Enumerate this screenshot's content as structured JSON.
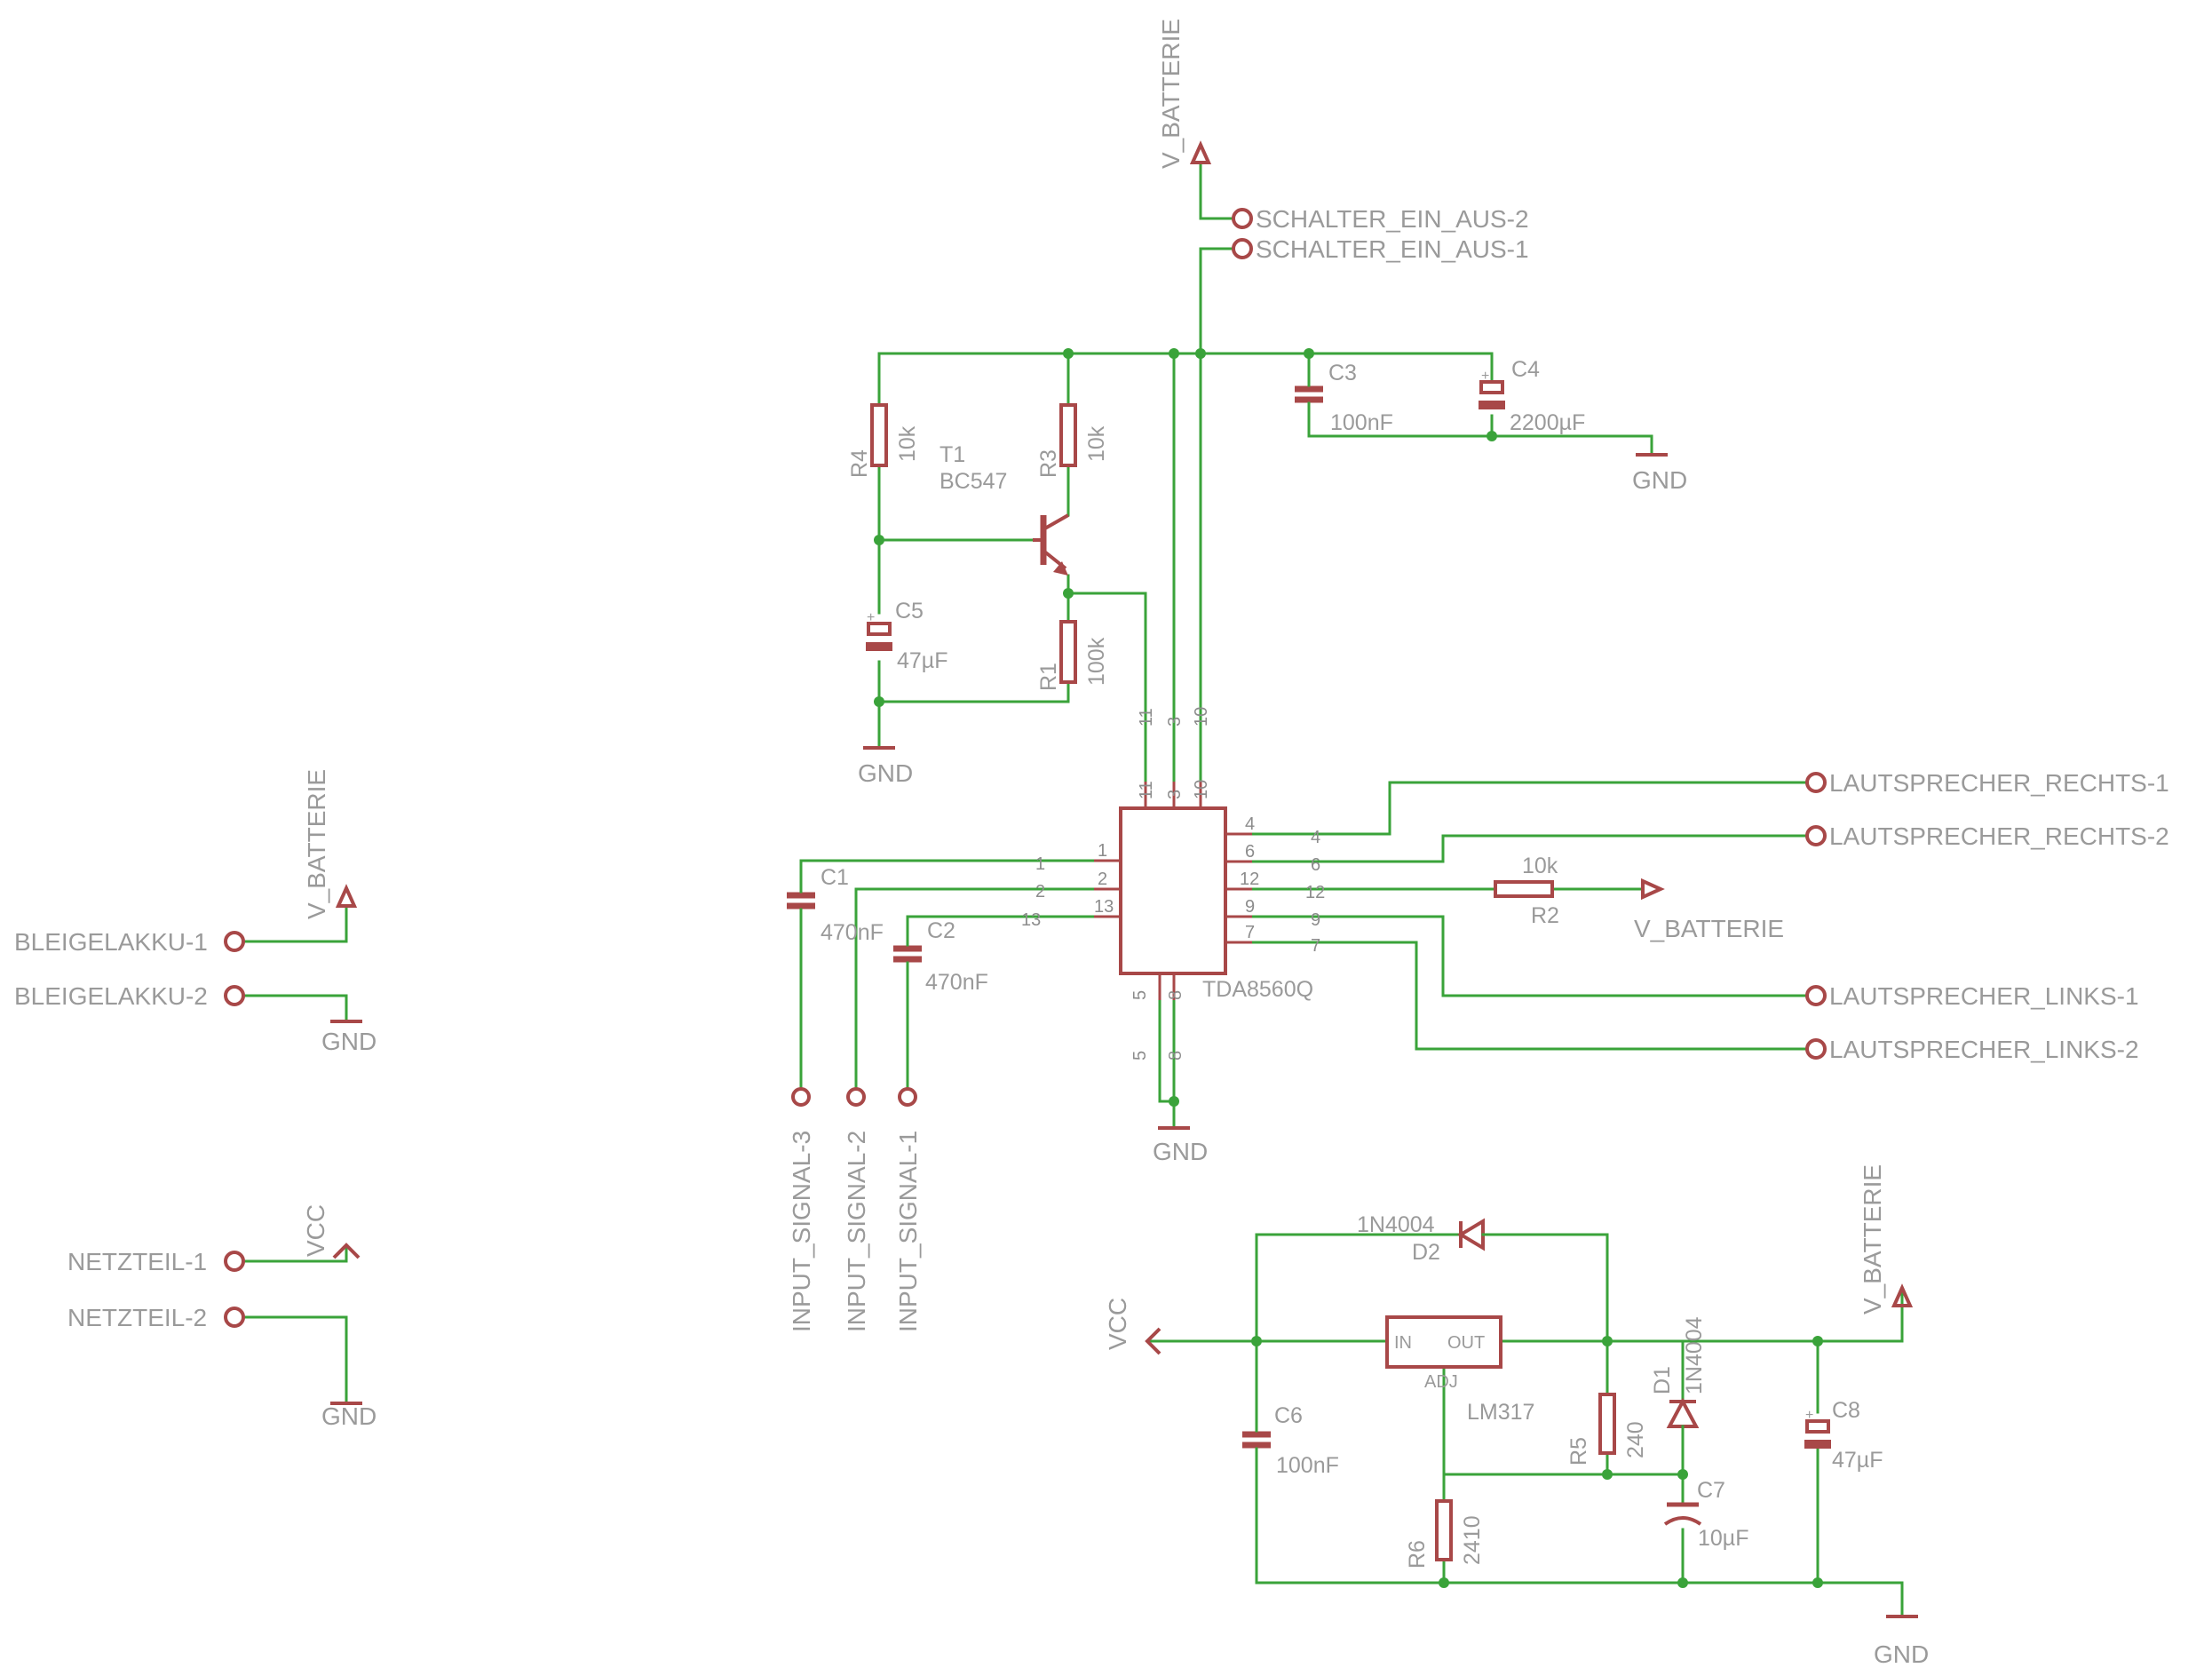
{
  "supply": {
    "v_batterie": "V_BATTERIE",
    "gnd": "GND",
    "vcc": "VCC"
  },
  "switch": {
    "pin2": "SCHALTER_EIN_AUS-2",
    "pin1": "SCHALTER_EIN_AUS-1"
  },
  "components": {
    "r4": {
      "name": "R4",
      "value": "10k"
    },
    "r3": {
      "name": "R3",
      "value": "10k"
    },
    "r1": {
      "name": "R1",
      "value": "100k"
    },
    "r2": {
      "name": "R2",
      "value": "10k"
    },
    "r5": {
      "name": "R5",
      "value": "240"
    },
    "r6": {
      "name": "R6",
      "value": "2410"
    },
    "t1": {
      "name": "T1",
      "value": "BC547"
    },
    "c1": {
      "name": "C1",
      "value": "470nF"
    },
    "c2": {
      "name": "C2",
      "value": "470nF"
    },
    "c3": {
      "name": "C3",
      "value": "100nF"
    },
    "c4": {
      "name": "C4",
      "value": "2200µF"
    },
    "c5": {
      "name": "C5",
      "value": "47µF"
    },
    "c6": {
      "name": "C6",
      "value": "100nF"
    },
    "c7": {
      "name": "C7",
      "value": "10µF"
    },
    "c8": {
      "name": "C8",
      "value": "47µF"
    },
    "d1": {
      "name": "D1",
      "value": "1N4004"
    },
    "d2": {
      "name": "D2",
      "value": "1N4004"
    },
    "ic1": {
      "value": "TDA8560Q"
    },
    "reg": {
      "value": "LM317",
      "in": "IN",
      "out": "OUT",
      "adj": "ADJ"
    },
    "plus": "+"
  },
  "connectors": {
    "ls_r1": "LAUTSPRECHER_RECHTS-1",
    "ls_r2": "LAUTSPRECHER_RECHTS-2",
    "ls_l1": "LAUTSPRECHER_LINKS-1",
    "ls_l2": "LAUTSPRECHER_LINKS-2",
    "in3": "INPUT_SIGNAL-3",
    "in2": "INPUT_SIGNAL-2",
    "in1": "INPUT_SIGNAL-1",
    "blei1": "BLEIGELAKKU-1",
    "blei2": "BLEIGELAKKU-2",
    "netz1": "NETZTEIL-1",
    "netz2": "NETZTEIL-2"
  },
  "pins": {
    "p1": "1",
    "p2": "2",
    "p3": "3",
    "p4": "4",
    "p5": "5",
    "p6": "6",
    "p7": "7",
    "p8": "8",
    "p9": "9",
    "p10": "10",
    "p11": "11",
    "p12": "12",
    "p13": "13"
  },
  "colors": {
    "wire": "#3aa33a",
    "symbol": "#a84848",
    "text": "#9a9a9a"
  }
}
